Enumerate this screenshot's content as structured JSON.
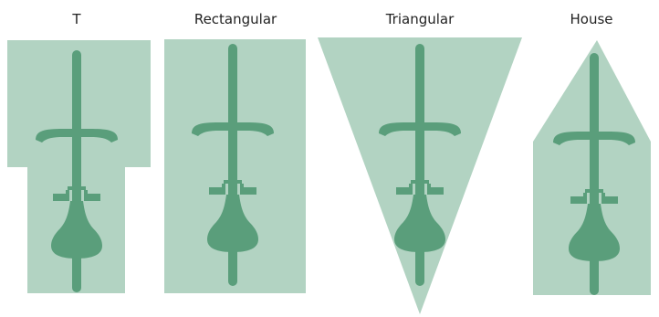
{
  "colors": {
    "zone_fill": "#b2d3c2",
    "bike_fill": "#5a9e7b"
  },
  "diagrams": [
    {
      "id": "t",
      "label": "T",
      "shape": "t-shape"
    },
    {
      "id": "rectangular",
      "label": "Rectangular",
      "shape": "rectangle"
    },
    {
      "id": "triangular",
      "label": "Triangular",
      "shape": "inverted-triangle"
    },
    {
      "id": "house",
      "label": "House",
      "shape": "pentagon"
    }
  ]
}
